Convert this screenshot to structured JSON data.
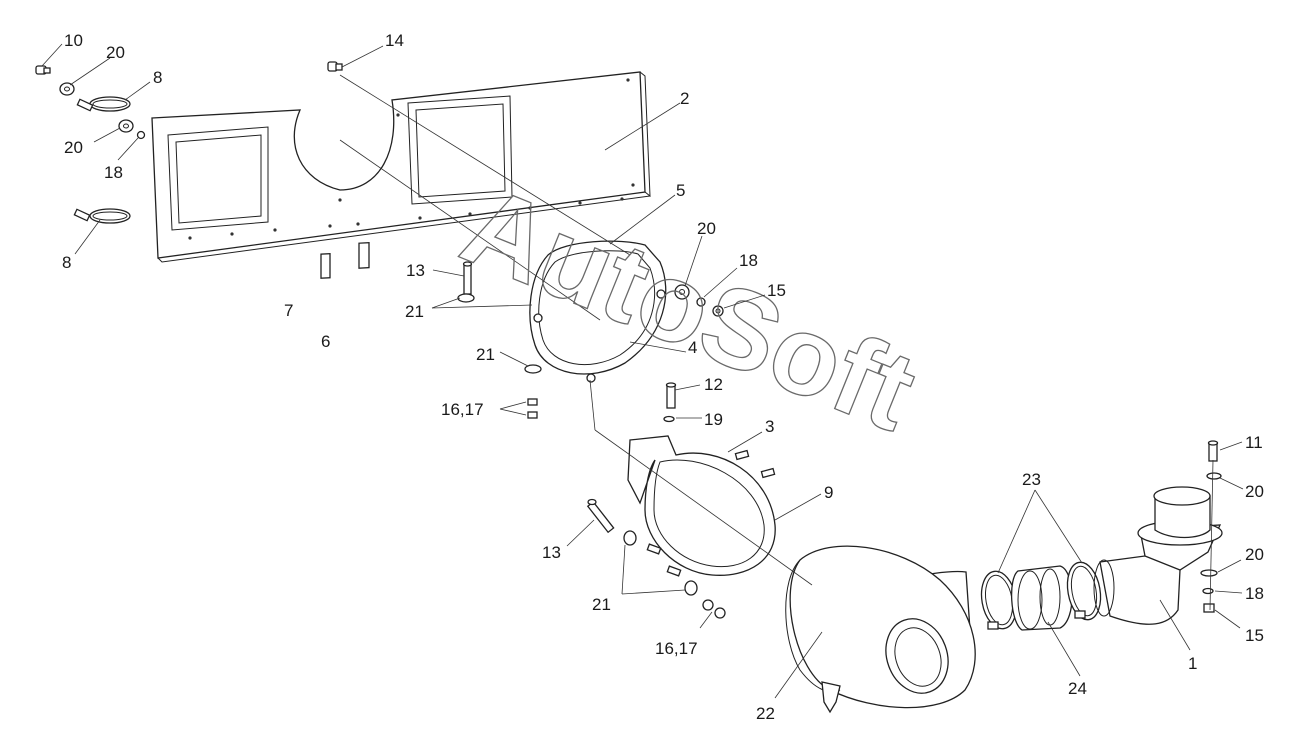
{
  "watermark": {
    "text": "AutoSoft"
  },
  "callouts": [
    {
      "id": "c10a",
      "label": "10"
    },
    {
      "id": "c20a",
      "label": "20"
    },
    {
      "id": "c14",
      "label": "14"
    },
    {
      "id": "c8a",
      "label": "8"
    },
    {
      "id": "c2",
      "label": "2"
    },
    {
      "id": "c20b",
      "label": "20"
    },
    {
      "id": "c18a",
      "label": "18"
    },
    {
      "id": "c5",
      "label": "5"
    },
    {
      "id": "c8b",
      "label": "8"
    },
    {
      "id": "c20c",
      "label": "20"
    },
    {
      "id": "c18b",
      "label": "18"
    },
    {
      "id": "c13a",
      "label": "13"
    },
    {
      "id": "c15a",
      "label": "15"
    },
    {
      "id": "c7",
      "label": "7"
    },
    {
      "id": "c21a",
      "label": "21"
    },
    {
      "id": "c6",
      "label": "6"
    },
    {
      "id": "c4",
      "label": "4"
    },
    {
      "id": "c21b",
      "label": "21"
    },
    {
      "id": "c12",
      "label": "12"
    },
    {
      "id": "c1617a",
      "label": "16,17"
    },
    {
      "id": "c19",
      "label": "19"
    },
    {
      "id": "c3",
      "label": "3"
    },
    {
      "id": "c11",
      "label": "11"
    },
    {
      "id": "c23",
      "label": "23"
    },
    {
      "id": "c9",
      "label": "9"
    },
    {
      "id": "c20d",
      "label": "20"
    },
    {
      "id": "c13b",
      "label": "13"
    },
    {
      "id": "c20e",
      "label": "20"
    },
    {
      "id": "c18c",
      "label": "18"
    },
    {
      "id": "c21c",
      "label": "21"
    },
    {
      "id": "c15b",
      "label": "15"
    },
    {
      "id": "c1617b",
      "label": "16,17"
    },
    {
      "id": "c1",
      "label": "1"
    },
    {
      "id": "c24",
      "label": "24"
    },
    {
      "id": "c22",
      "label": "22"
    }
  ]
}
